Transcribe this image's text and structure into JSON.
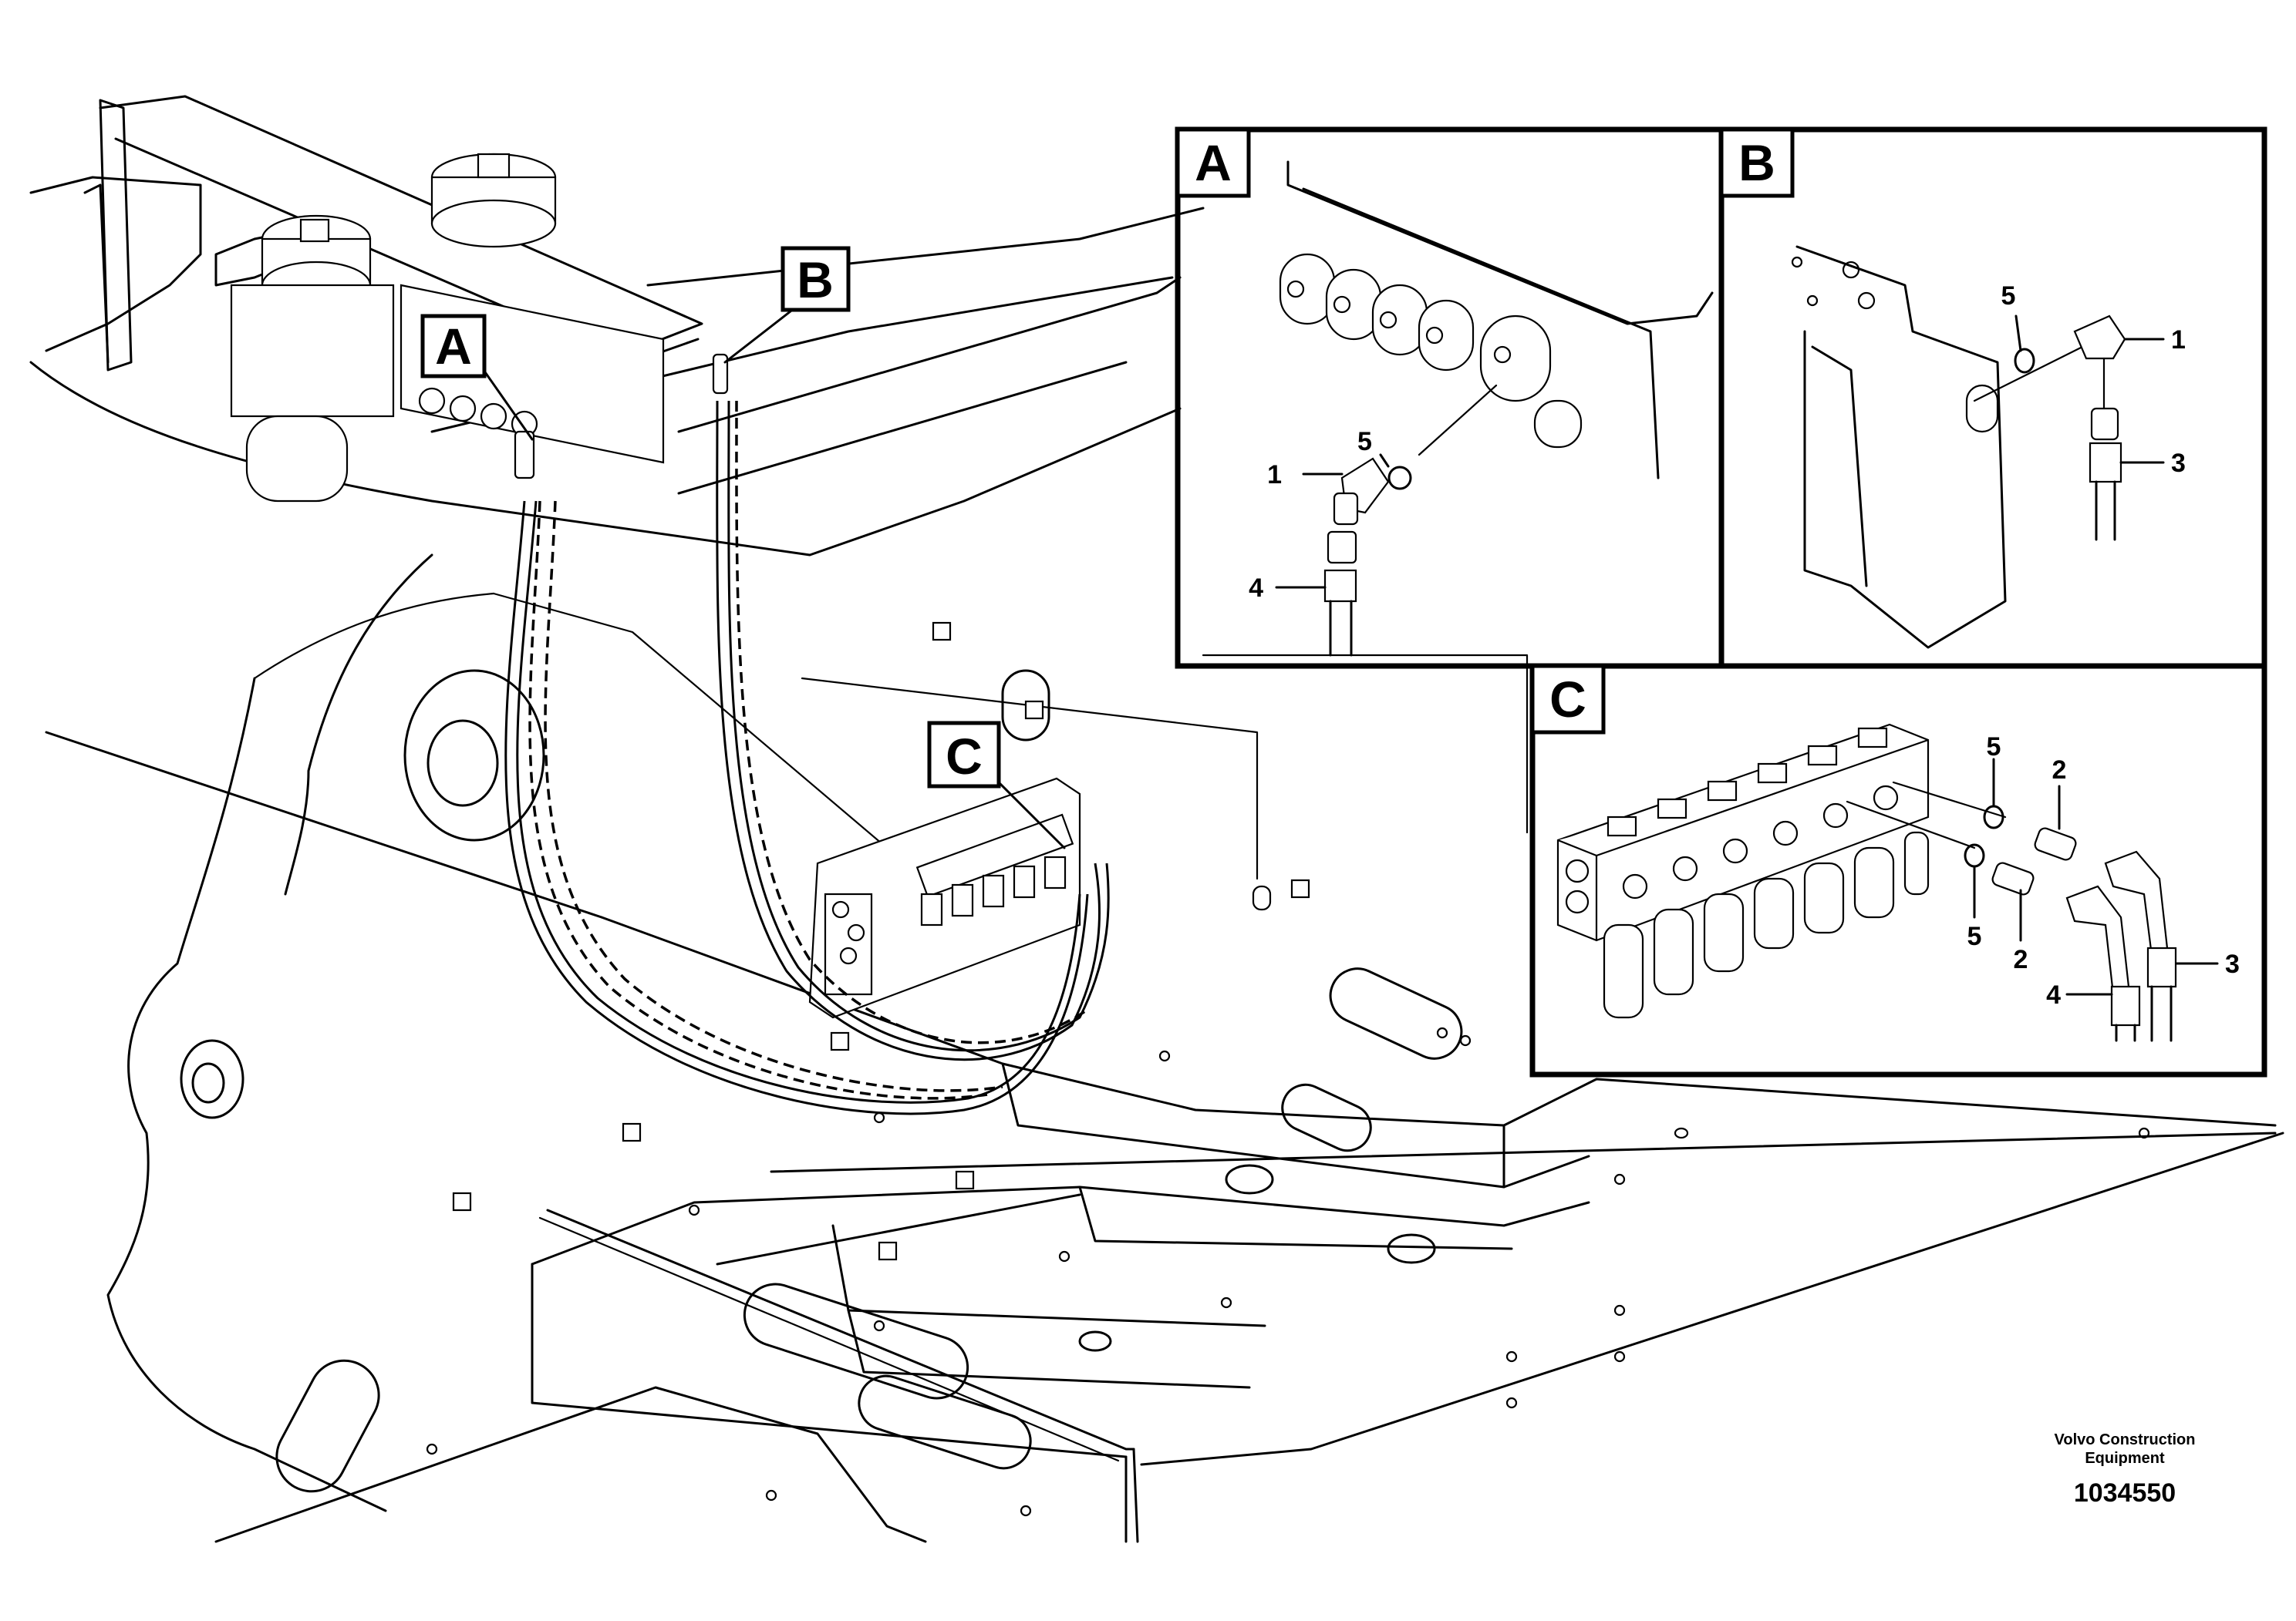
{
  "callouts": {
    "main_a": "A",
    "main_b": "B",
    "main_c": "C"
  },
  "panels": {
    "a": {
      "title": "A",
      "labels": {
        "p1": "1",
        "p4": "4",
        "p5": "5"
      }
    },
    "b": {
      "title": "B",
      "labels": {
        "p1": "1",
        "p3": "3",
        "p5": "5"
      }
    },
    "c": {
      "title": "C",
      "labels": {
        "p2a": "2",
        "p2b": "2",
        "p3": "3",
        "p4": "4",
        "p5a": "5",
        "p5b": "5"
      }
    }
  },
  "footer": {
    "company_line1": "Volvo Construction",
    "company_line2": "Equipment",
    "drawing_number": "1034550"
  }
}
